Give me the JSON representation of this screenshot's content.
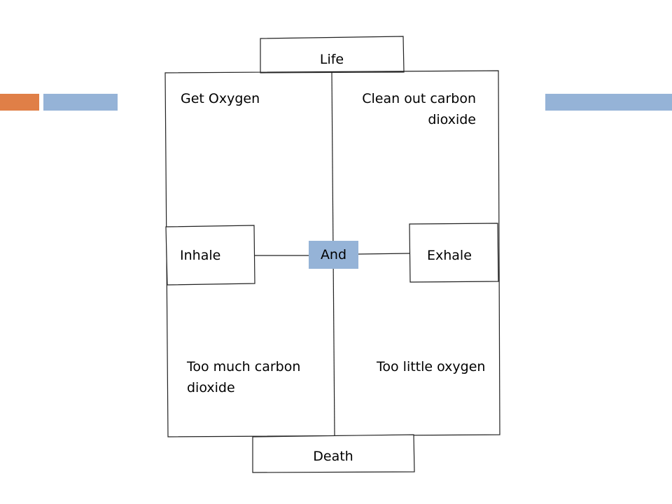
{
  "colors": {
    "accent_orange": "#E07F47",
    "accent_blue": "#95B3D7",
    "line": "#222222"
  },
  "diagram": {
    "top_label": "Life",
    "bottom_label": "Death",
    "top_left": "Get Oxygen",
    "top_right": "Clean out carbon dioxide",
    "left_tab": "Inhale",
    "center": "And",
    "right_tab": "Exhale",
    "bottom_left": "Too much carbon dioxide",
    "bottom_right": "Too little oxygen"
  }
}
